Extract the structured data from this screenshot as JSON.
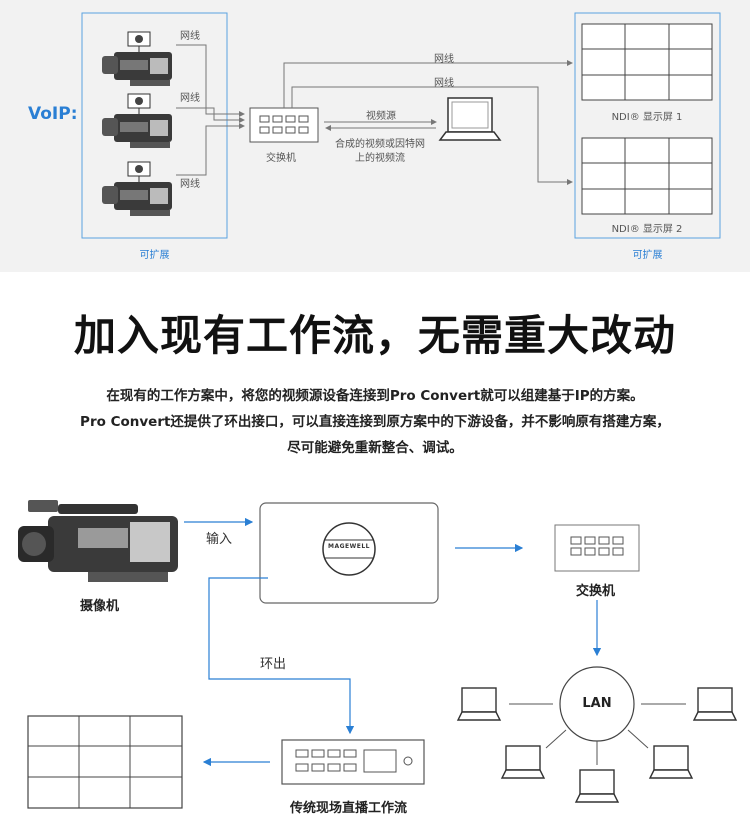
{
  "top_section": {
    "voip_label": "VoIP:",
    "cable_labels": [
      "网线",
      "网线",
      "网线",
      "网线",
      "网线"
    ],
    "switch_label": "交换机",
    "video_source_label": "视频源",
    "composite_label_line1": "合成的视频或因特网",
    "composite_label_line2": "上的视频流",
    "ndi_screen_1": "NDI® 显示屏 1",
    "ndi_screen_2": "NDI® 显示屏 2",
    "expandable_left": "可扩展",
    "expandable_right": "可扩展"
  },
  "headline": "加入现有工作流，无需重大改动",
  "description": {
    "line1": "在现有的工作方案中，将您的视频源设备连接到Pro Convert就可以组建基于IP的方案。",
    "line2": "Pro Convert还提供了环出接口，可以直接连接到原方案中的下游设备，并不影响原有搭建方案，",
    "line3": "尽可能避免重新整合、调试。"
  },
  "bottom_section": {
    "camera_label": "摄像机",
    "input_label": "输入",
    "loop_out_label": "环出",
    "device_logo": "MAGEWELL",
    "switch_label": "交换机",
    "lan_label": "LAN",
    "workflow_label": "传统现场直播工作流"
  },
  "colors": {
    "accent": "#2a7fd4",
    "line": "#888888",
    "text": "#333333"
  }
}
